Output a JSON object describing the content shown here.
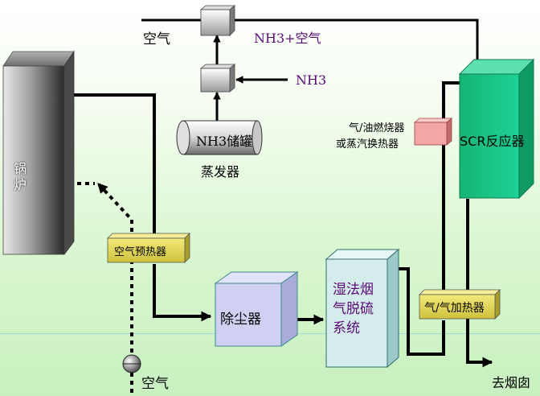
{
  "labels": {
    "air_top": "空气",
    "nh3_air": "NH3+空气",
    "nh3": "NH3",
    "nh3_tank": "NH3储罐",
    "evaporator": "蒸发器",
    "boiler": "锅炉",
    "air_preheater": "空气预热器",
    "dust_collector": "除尘器",
    "wet_fgd": "湿法烟气脱硫系统",
    "gas_oil_burner": "气/油燃烧器",
    "steam_exchanger": "或蒸汽换热器",
    "scr_reactor": "SCR反应器",
    "gas_gas_heater": "气/气加热器",
    "to_chimney": "去烟囱",
    "air_bottom": "空气"
  },
  "colors": {
    "boiler": "#8a8a8a",
    "preheater_fill": "#e6dc5c",
    "dust_collector_fill": "#cfd0f2",
    "fgd_fill": "#d4ecec",
    "scr_fill": "#1fc78a",
    "burner_fill": "#f2a6a6",
    "line": "#000000",
    "label_text": "#5a0a78"
  }
}
